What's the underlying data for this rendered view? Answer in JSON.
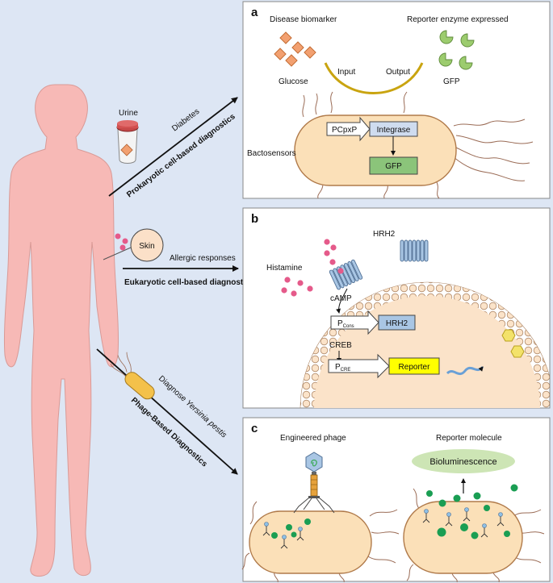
{
  "colors": {
    "background": "#dde6f4",
    "body": "#f7b9b6",
    "cell_fill": "#fbe0b8",
    "cell_stroke": "#b07a4a",
    "flagella": "#9a6b55",
    "green": "#1a9e53",
    "gfp_box": "#8bc47a",
    "integrase_box": "#cfdcef",
    "reporter_yellow": "#ffff00",
    "hrh2_blue": "#a9c6e4",
    "pink_dot": "#e55a8a",
    "biomarker": "#f2a070",
    "reporter_shape": "#9ccc6e",
    "biolum": "#cde5b5"
  },
  "left": {
    "urine_label": "Urine",
    "diabetes_label": "Diabetes",
    "prokaryotic_label": "Prokaryotic cell-based diagnostics",
    "skin_label": "Skin",
    "allergic_label": "Allergic responses",
    "eukaryotic_label": "Eukaryotic cell-based diagnostic",
    "diagnose_prefix": "Diagnose ",
    "diagnose_italic": "Yersinia pestis",
    "phage_label": "Phage-Based Diagnostics"
  },
  "panel_a": {
    "letter": "a",
    "disease_biomarker": "Disease biomarker",
    "reporter_expressed": "Reporter enzyme  expressed",
    "input": "Input",
    "output": "Output",
    "glucose": "Glucose",
    "gfp_label": "GFP",
    "bactosensors": "Bactosensors",
    "promoter": "PCpxP",
    "integrase": "Integrase",
    "gfp_box": "GFP"
  },
  "panel_b": {
    "letter": "b",
    "hrh2_top": "HRH2",
    "histamine": "Histamine",
    "camp": "cAMP",
    "pcons_main": "P",
    "pcons_sub": "Cons",
    "hrh2_box": "HRH2",
    "creb": "CREB",
    "pcre_main": "P",
    "pcre_sub": "CRE",
    "reporter_box": "Reporter"
  },
  "panel_c": {
    "letter": "c",
    "engineered_phage": "Engineered phage",
    "reporter_molecule": "Reporter molecule",
    "bioluminescence": "Bioluminescence"
  }
}
